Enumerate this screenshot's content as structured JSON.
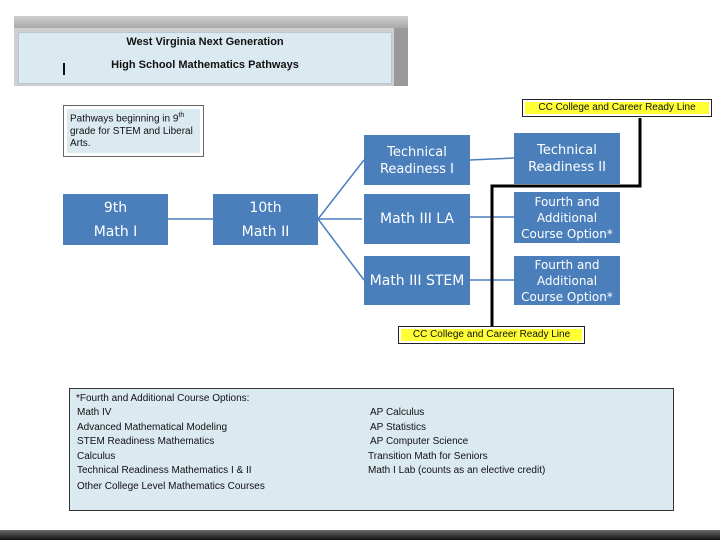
{
  "banner": {
    "line1": "West Virginia Next Generation",
    "line2": "High School Mathematics Pathways"
  },
  "note": {
    "prefix": "Pathways beginning in 9",
    "sup": "th",
    "suffix": " grade for STEM and Liberal Arts."
  },
  "nodes": {
    "ninth": {
      "line1": "9th",
      "line2": "Math I"
    },
    "tenth": {
      "line1": "10th",
      "line2": "Math II"
    },
    "tech1": {
      "line1": "Technical",
      "line2": "Readiness I"
    },
    "math3la": {
      "line1": "Math III LA"
    },
    "math3stem": {
      "line1": "Math III STEM"
    },
    "tech2": {
      "line1": "Technical",
      "line2": "Readiness II"
    },
    "fourth1": {
      "line1": "Fourth and",
      "line2": "Additional",
      "line3": "Course Option*"
    },
    "fourth2": {
      "line1": "Fourth and",
      "line2": "Additional",
      "line3": "Course Option*"
    }
  },
  "ccr_labels": {
    "top": "CC College and Career Ready Line",
    "bottom": "CC College and Career Ready Line"
  },
  "options": {
    "title": "*Fourth and Additional Course Options:",
    "left": [
      "Math IV",
      "Advanced Mathematical Modeling",
      "STEM Readiness Mathematics",
      "Calculus",
      "Technical Readiness Mathematics  I & II",
      "Other College Level Mathematics Courses"
    ],
    "right": [
      "AP Calculus",
      "AP Statistics",
      "AP Computer Science",
      "Transition Math for Seniors",
      "Math I Lab (counts as an elective credit)"
    ]
  },
  "colors": {
    "node": "#4a7fbb",
    "connector": "#4a7fbb",
    "ccr_highlight": "#ffff33",
    "panel": "#dbe9f1"
  }
}
